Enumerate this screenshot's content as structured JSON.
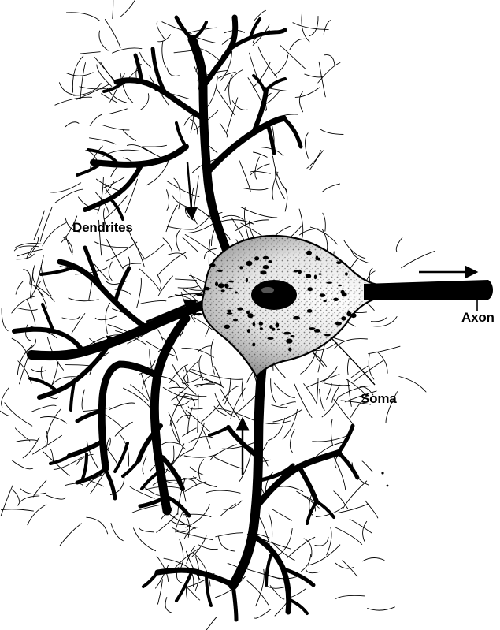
{
  "labels": {
    "dendrites": "Dendrites",
    "axon": "Axon",
    "soma": "Soma"
  },
  "colors": {
    "ink": "#000000",
    "background": "#ffffff",
    "stipple": "#9a9a9a"
  }
}
